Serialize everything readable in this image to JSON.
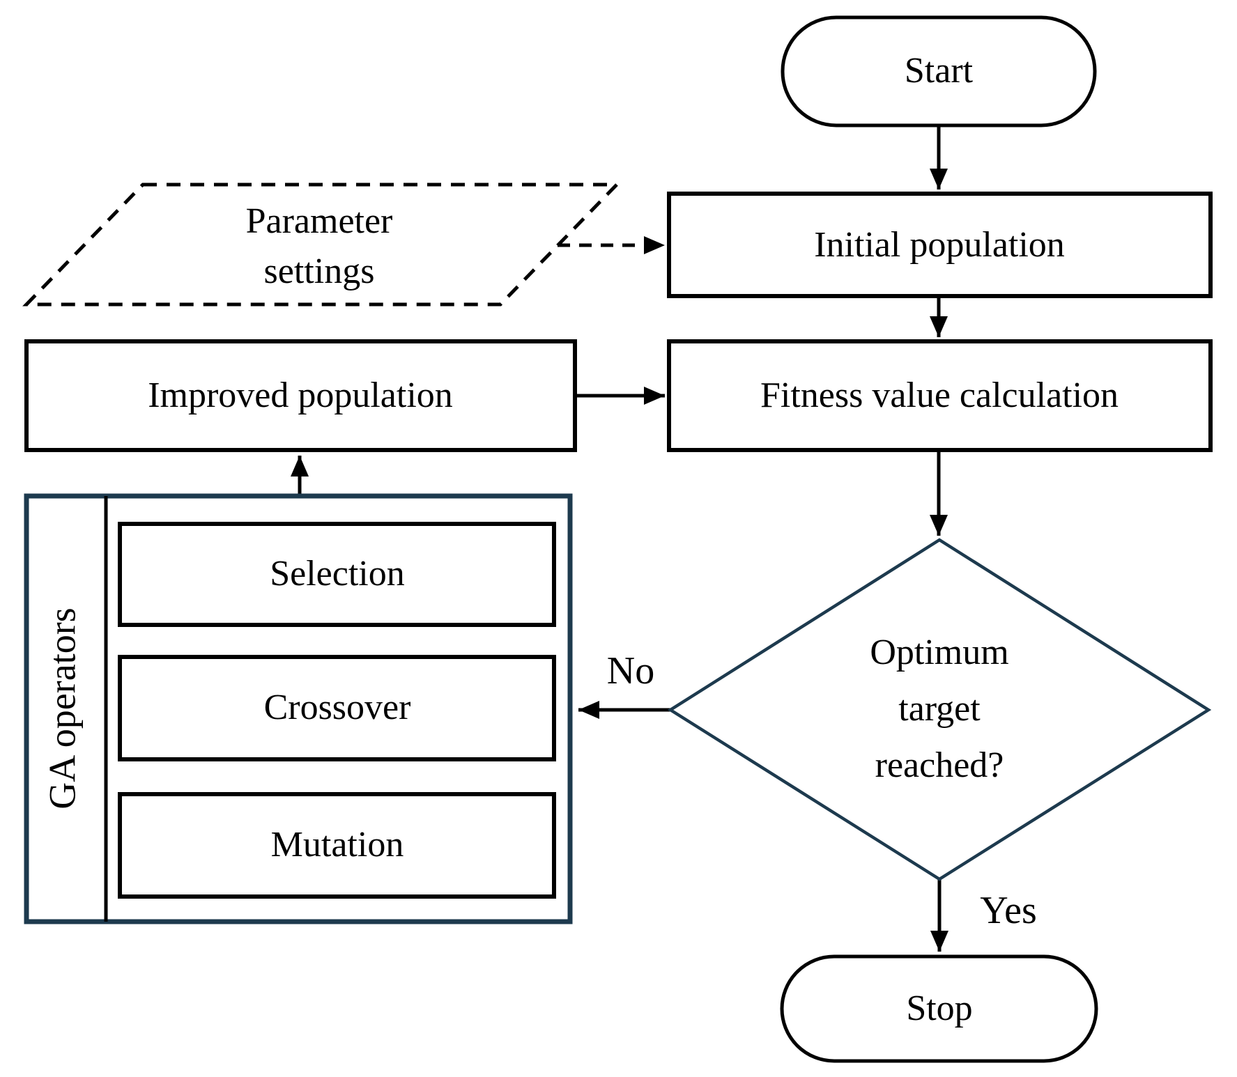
{
  "diagram": {
    "description": "Genetic algorithm flowchart",
    "colors": {
      "line_black": "#000000",
      "accent_navy": "#1d3a4e",
      "background": "#ffffff"
    },
    "nodes": {
      "start": {
        "label": "Start",
        "type": "terminator"
      },
      "parameter_settings": {
        "type": "data-io",
        "lines": [
          "Parameter",
          "settings"
        ]
      },
      "initial_population": {
        "label": "Initial population",
        "type": "process"
      },
      "improved_population": {
        "label": "Improved population",
        "type": "process"
      },
      "fitness_value_calculation": {
        "label": "Fitness value calculation",
        "type": "process"
      },
      "optimum_decision": {
        "type": "decision",
        "lines": [
          "Optimum",
          "target",
          "reached?"
        ]
      },
      "ga_operators_group": {
        "label": "GA operators",
        "type": "group"
      },
      "selection": {
        "label": "Selection",
        "type": "process"
      },
      "crossover": {
        "label": "Crossover",
        "type": "process"
      },
      "mutation": {
        "label": "Mutation",
        "type": "process"
      },
      "stop": {
        "label": "Stop",
        "type": "terminator"
      }
    },
    "edge_labels": {
      "no": "No",
      "yes": "Yes"
    }
  }
}
